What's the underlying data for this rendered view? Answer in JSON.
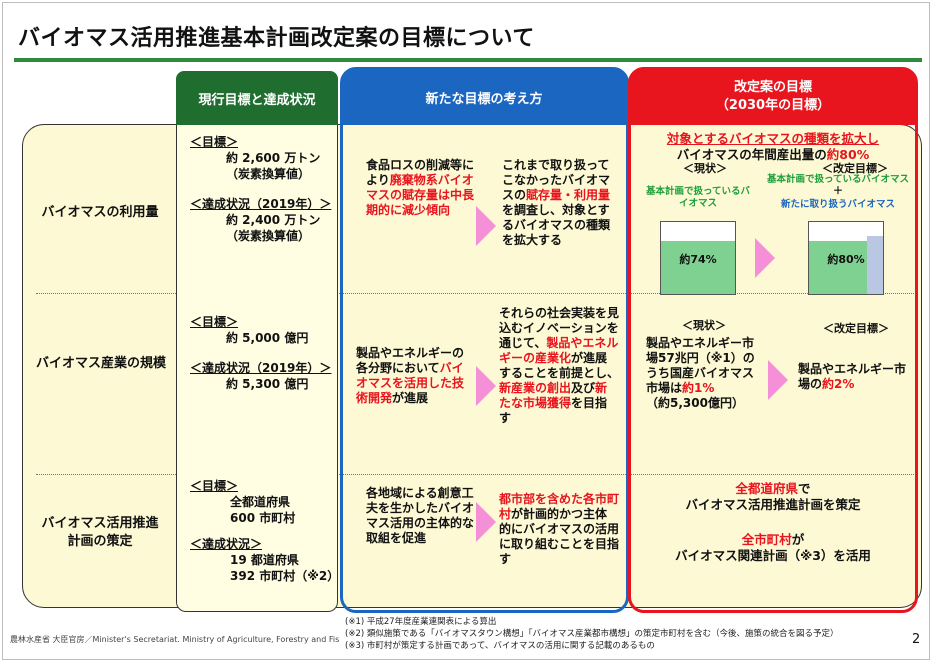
{
  "title": "バイオマス活用推進基本計画改定案の目標について",
  "headers": {
    "current": "現行目標と達成状況",
    "new": "新たな目標の考え方",
    "rev_line1": "改定案の目標",
    "rev_line2": "（2030年の目標）"
  },
  "rows": [
    {
      "label": "バイオマスの利用量",
      "current": {
        "goal_head": "＜目標＞",
        "goal_v1": "約 2,600 万トン",
        "goal_v2": "（炭素換算値）",
        "status_head": "＜達成状況（2019年）＞",
        "status_v1": "約 2,400 万トン",
        "status_v2": "（炭素換算値）"
      }
    },
    {
      "label": "バイオマス産業の規模",
      "current": {
        "goal_head": "＜目標＞",
        "goal_v1": "約 5,000 億円",
        "status_head": "＜達成状況（2019年）＞",
        "status_v1": "約 5,300 億円"
      }
    },
    {
      "label_l1": "バイオマス活用推進",
      "label_l2": "計画の策定",
      "current": {
        "goal_head": "＜目標＞",
        "goal_v1": "全都道府県",
        "goal_v2": "600 市町村",
        "status_head": "＜達成状況＞",
        "status_v1": "19 都道府県",
        "status_v2": "392 市町村（※2）"
      }
    }
  ],
  "new": {
    "r1_left_a": "食品ロスの削減等により",
    "r1_left_b": "廃棄物系バイオマスの賦存量は中長期的に減少傾向",
    "r1_right_a": "これまで取り扱ってこなかったバイオマスの",
    "r1_right_b": "賦存量・利用量",
    "r1_right_c": "を調査し、対象とするバイオマスの種類を拡大する",
    "r2_left_a": "製品やエネルギーの各分野において",
    "r2_left_b": "バイオマスを活用した技術開発",
    "r2_left_c": "が進展",
    "r2_right_a": "それらの社会実装を見込むイノベーションを通じて、",
    "r2_right_b": "製品やエネルギーの産業化",
    "r2_right_c": "が進展することを前提とし、",
    "r2_right_d": "新産業の創出",
    "r2_right_e": "及び",
    "r2_right_f": "新たな市場獲得",
    "r2_right_g": "を目指す",
    "r3_left": "各地域による創意工夫を生かしたバイオマス活用の主体的な取組を促進",
    "r3_right_a": "都市部を含めた各市町村",
    "r3_right_b": "が計画的かつ主体的にバイオマスの活用に取り組むことを目指す"
  },
  "rev": {
    "r1_head": "対象とするバイオマスの種類を拡大し",
    "r1_sub_a": "バイオマスの年間産出量の",
    "r1_sub_b": "約80%",
    "r1_now": "＜現状＞",
    "r1_goal": "＜改定目標＞",
    "r1_legend_green_left": "基本計画で扱っているバイオマス",
    "r1_legend_green_right": "基本計画で扱っているバイオマス",
    "r1_plus": "＋",
    "r1_legend_blue": "新たに取り扱うバイオマス",
    "r1_now_pct": "約74%",
    "r1_goal_pct": "約80%",
    "r1_now_fill": 0.74,
    "r1_goal_fill": 0.8,
    "colors": {
      "green": "#7ed191",
      "blue": "#b9c7e3",
      "arrow": "#f58fd8"
    },
    "r2_now": "＜現状＞",
    "r2_now_a": "製品やエネルギー市場57兆円（※1）のうち国産バイオマス市場は",
    "r2_now_b": "約1%",
    "r2_now_c": "（約5,300億円）",
    "r2_goal": "＜改定目標＞",
    "r2_goal_a": "製品やエネルギー市場の",
    "r2_goal_b": "約2%",
    "r3_a": "全都道府県",
    "r3_b": "で",
    "r3_c": "バイオマス活用推進計画を策定",
    "r3_d": "全市町村",
    "r3_e": "が",
    "r3_f": "バイオマス関連計画（※3）を活用"
  },
  "notes": {
    "n1": "(※1) 平成27年度産業連関表による算出",
    "n2": "(※2) 類似施策である「バイオマスタウン構想」「バイオマス産業都市構想」の策定市町村を含む（今後、施策の統合を図る予定）",
    "n3": "(※3) 市町村が策定する計画であって、バイオマスの活用に関する記載のあるもの"
  },
  "footer": "農林水産省 大臣官房／Minister's Secretariat.   Ministry of Agriculture, Forestry and Fisheries",
  "page_number": "2"
}
